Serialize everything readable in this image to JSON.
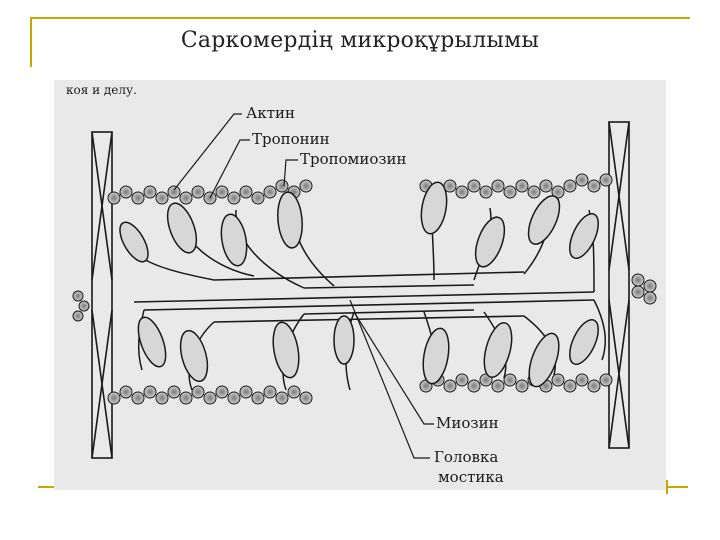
{
  "slide": {
    "title": "Саркомердің микроқұрылымы"
  },
  "figure": {
    "top_text": "коя и делу.",
    "labels": {
      "actin": "Актин",
      "troponin": "Тропонин",
      "tropomyosin": "Тропомиозин",
      "myosin": "Миозин",
      "head_line1": "Головка",
      "head_line2": "мостика"
    },
    "colors": {
      "accent_frame": "#c8a800",
      "figure_bg": "#e9e9e9",
      "ink": "#1a1a1a"
    }
  }
}
